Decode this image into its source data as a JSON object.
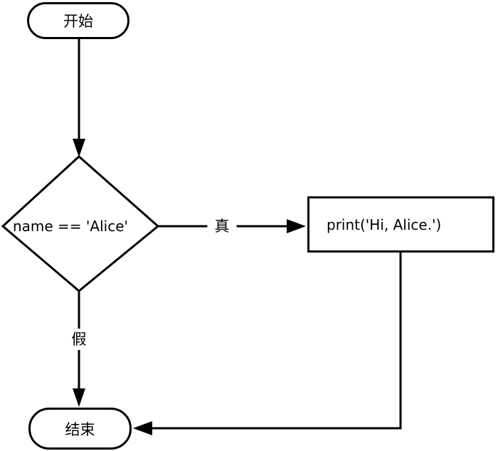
{
  "diagram": {
    "type": "flowchart",
    "background_color": "#ffffff",
    "stroke_color": "#000000",
    "nodes": [
      {
        "id": "start",
        "shape": "stadium",
        "label": "开始"
      },
      {
        "id": "condition",
        "shape": "diamond",
        "label": "name == 'Alice'"
      },
      {
        "id": "process",
        "shape": "rectangle",
        "label": "print('Hi, Alice.')"
      },
      {
        "id": "end",
        "shape": "stadium",
        "label": "结束"
      }
    ],
    "edges": [
      {
        "from": "start",
        "to": "condition",
        "label": ""
      },
      {
        "from": "condition",
        "to": "process",
        "label": "真"
      },
      {
        "from": "condition",
        "to": "end",
        "label": "假"
      },
      {
        "from": "process",
        "to": "end",
        "label": ""
      }
    ]
  }
}
